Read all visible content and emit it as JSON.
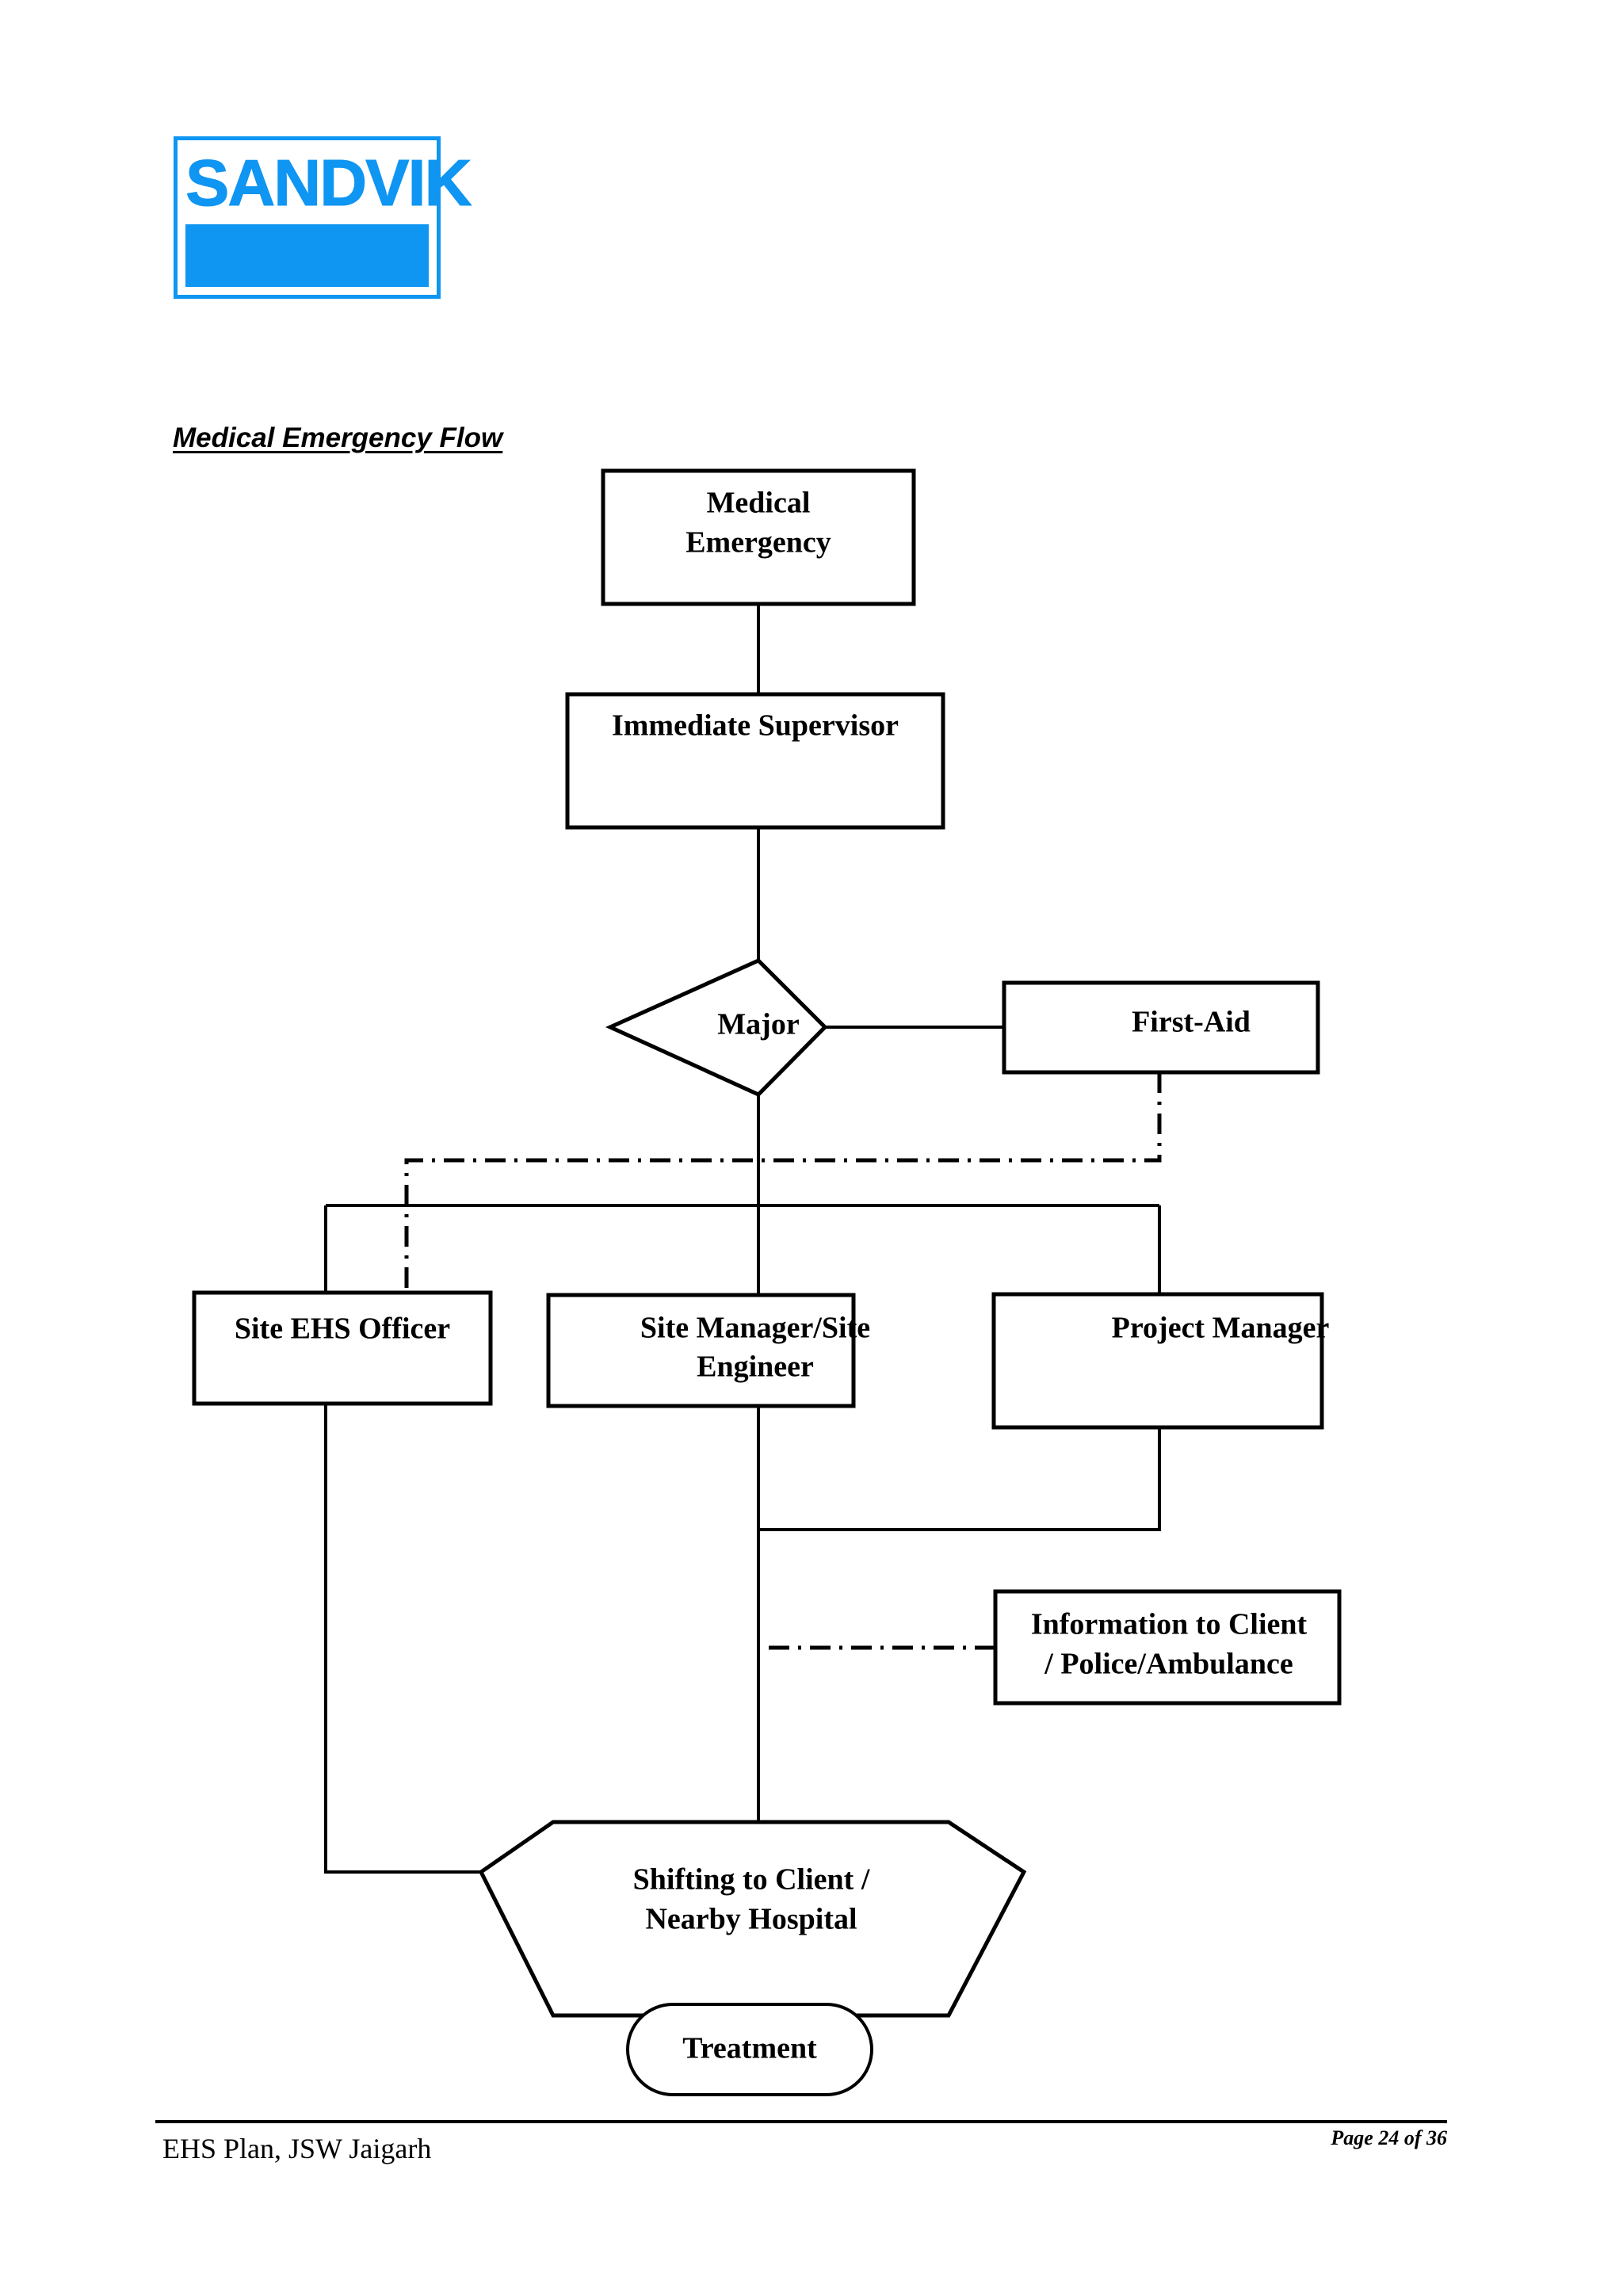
{
  "page": {
    "background": "#ffffff",
    "brand_color": "#0f95f2"
  },
  "logo": {
    "wordmark": "SANDVIK",
    "color": "#0f95f2"
  },
  "section": {
    "heading": "Medical Emergency Flow"
  },
  "flowchart": {
    "title": "Medical Emergency Flow",
    "type": "flowchart",
    "nodes": [
      {
        "id": "medical-emergency",
        "shape": "rect",
        "label_line1": "Medical",
        "label_line2": "Emergency"
      },
      {
        "id": "immediate-supervisor",
        "shape": "rect",
        "label_line1": "Immediate Supervisor",
        "label_line2": ""
      },
      {
        "id": "major",
        "shape": "diamond",
        "label_line1": "Major",
        "label_line2": ""
      },
      {
        "id": "first-aid",
        "shape": "rect",
        "label_line1": "First-Aid",
        "label_line2": ""
      },
      {
        "id": "site-ehs-officer",
        "shape": "rect",
        "label_line1": "Site EHS Officer",
        "label_line2": ""
      },
      {
        "id": "site-manager",
        "shape": "rect",
        "label_line1": "Site Manager/Site",
        "label_line2": "Engineer"
      },
      {
        "id": "project-manager",
        "shape": "rect",
        "label_line1": "Project Manager",
        "label_line2": ""
      },
      {
        "id": "information-client",
        "shape": "rect",
        "label_line1": "Information to Client",
        "label_line2": "/ Police/Ambulance"
      },
      {
        "id": "shifting-hospital",
        "shape": "hexagon",
        "label_line1": "Shifting to Client /",
        "label_line2": "Nearby Hospital"
      },
      {
        "id": "treatment",
        "shape": "pill",
        "label_line1": "Treatment",
        "label_line2": ""
      }
    ],
    "edges": [
      {
        "from": "medical-emergency",
        "to": "immediate-supervisor",
        "style": "solid"
      },
      {
        "from": "immediate-supervisor",
        "to": "major",
        "style": "solid"
      },
      {
        "from": "major",
        "to": "first-aid",
        "style": "solid"
      },
      {
        "from": "major",
        "to": "site-manager",
        "style": "solid"
      },
      {
        "from": "major",
        "to": "site-ehs-officer",
        "style": "solid"
      },
      {
        "from": "major",
        "to": "project-manager",
        "style": "solid"
      },
      {
        "from": "first-aid",
        "to": "site-ehs-officer",
        "style": "dash-dot"
      },
      {
        "from": "project-manager",
        "to": "site-manager",
        "style": "solid"
      },
      {
        "from": "information-client",
        "to": "site-manager",
        "style": "dash-dot"
      },
      {
        "from": "site-manager",
        "to": "shifting-hospital",
        "style": "solid"
      },
      {
        "from": "site-ehs-officer",
        "to": "shifting-hospital",
        "style": "solid"
      },
      {
        "from": "shifting-hospital",
        "to": "treatment",
        "style": "solid"
      }
    ]
  },
  "footer": {
    "left": "EHS Plan, JSW Jaigarh",
    "right": "Page 24 of 36"
  }
}
